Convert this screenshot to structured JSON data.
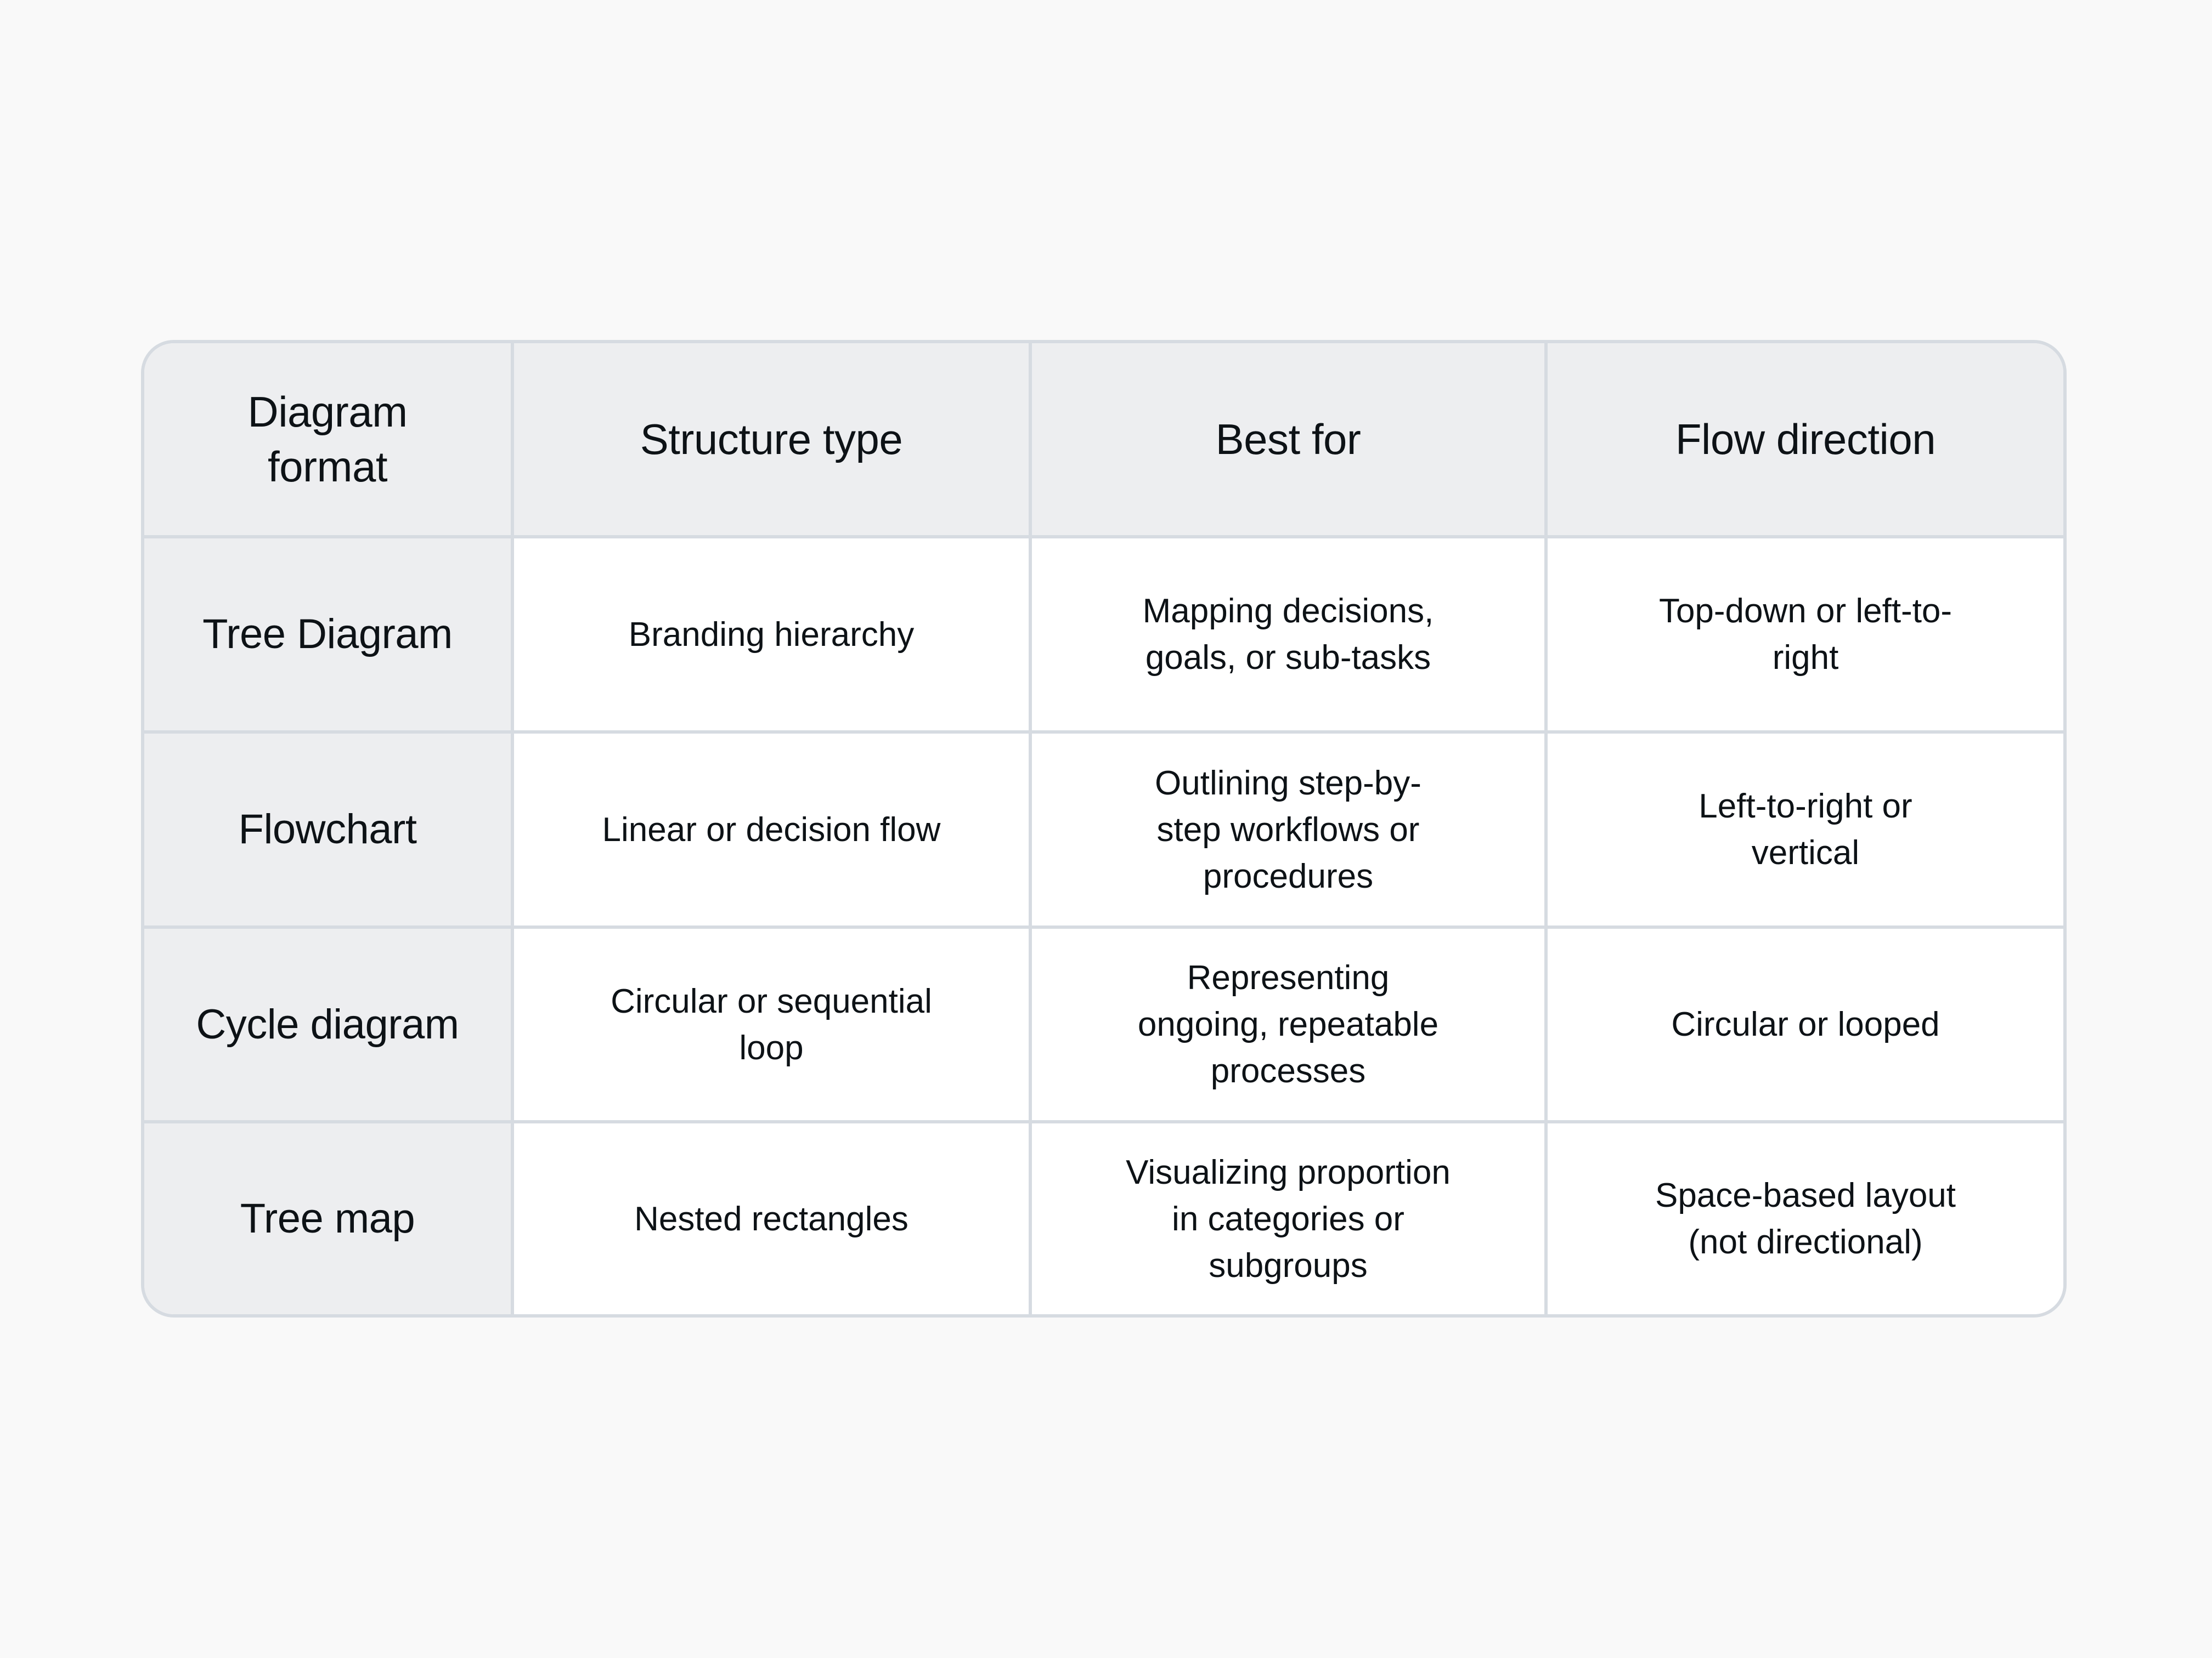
{
  "table": {
    "headers": [
      "Diagram format",
      "Structure type",
      "Best for",
      "Flow direction"
    ],
    "rows": [
      {
        "diagram_format": "Tree Diagram",
        "structure_type": "Branding hierarchy",
        "best_for": "Mapping decisions, goals, or sub-tasks",
        "flow_direction": "Top-down or left-to-right"
      },
      {
        "diagram_format": "Flowchart",
        "structure_type": "Linear or decision flow",
        "best_for": "Outlining step-by-step workflows or procedures",
        "flow_direction": "Left-to-right or vertical"
      },
      {
        "diagram_format": "Cycle diagram",
        "structure_type": "Circular or sequential loop",
        "best_for": "Representing ongoing, repeatable processes",
        "flow_direction": "Circular or looped"
      },
      {
        "diagram_format": "Tree map",
        "structure_type": "Nested rectangles",
        "best_for": "Visualizing proportion in categories or subgroups",
        "flow_direction": "Space-based layout (not directional)"
      }
    ]
  },
  "colors": {
    "page_background": "#f9f9f9",
    "header_background": "#edeef0",
    "cell_background": "#ffffff",
    "border": "#d6dbe1",
    "text": "#0d1216"
  }
}
